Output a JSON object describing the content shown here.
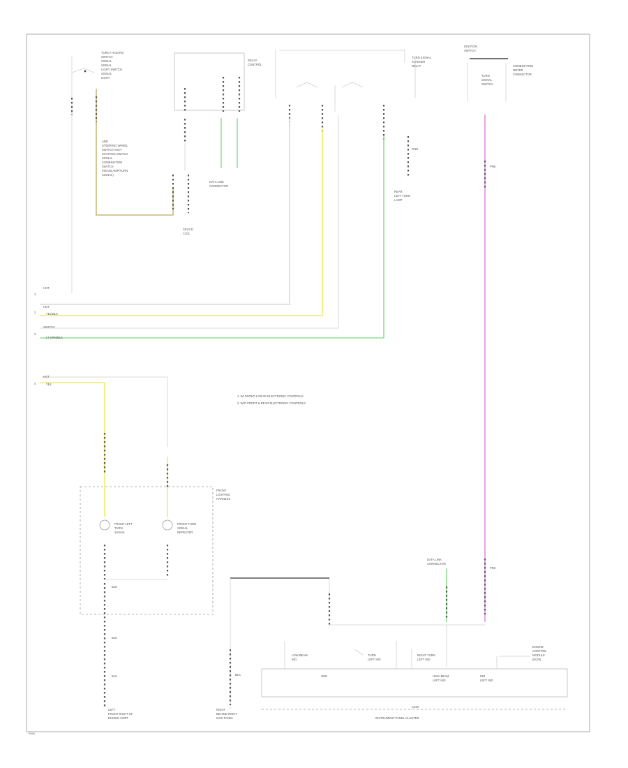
{
  "title": "",
  "labels": {
    "tl_module_1": "TURN / HAZARD",
    "tl_module_2": "SWITCH",
    "tl_module_3": "SIGNAL",
    "tl_module_4": "SIGNAL",
    "tl_module_5": "LIGHT SWITCH",
    "tl_module_6": "SIGNAL",
    "tl_module_7": "LIGHT",
    "note_1": "AND",
    "note_2": "STEERING WHEEL",
    "note_3": "SWITCH ASSY",
    "note_4": "LIGHTING SWITCH",
    "note_5": "SIGNAL",
    "note_6": "COMBINATION",
    "note_7": "SWITCH",
    "note_8": "(HEADLAMP/TURN",
    "note_9": "SIGNAL)",
    "splice_a": "SPLICE",
    "splice_b": "C201",
    "ground_top": "GND",
    "dlc_1": "DATA LINK",
    "dlc_2": "CONNECTOR",
    "relay_1": "RELAY",
    "relay_2": "CONTROL",
    "turn_1": "TURN SIGNAL",
    "turn_2": "FLASHER",
    "turn_3": "RELAY",
    "rear_1": "REAR",
    "rear_2": "LEFT TURN",
    "rear_3": "LAMP",
    "ign_1": "IGNITION",
    "ign_2": "SWITCH",
    "ign_3": "COMBINATION",
    "ign_4": "METER",
    "ign_5": "CONNECTOR",
    "ign_6": "TURN",
    "ign_7": "SIGNAL",
    "ign_8": "SWITCH",
    "pink_tag": "PNK",
    "pink_tag2": "PNK",
    "wire_1_top": "HOT",
    "wire_1": "1",
    "wire_2_top": "HOT",
    "wire_2": "2",
    "wire_2b": "YEL/BLK",
    "wire_3_top": "SWITCH",
    "wire_3": "3",
    "wire_3b": "LT GRN/BLK",
    "legend_1": "1. W/ FRONT & REAR ELECTRONIC CONTROLS",
    "legend_2": "2. W/O FRONT & REAR ELECTRONIC CONTROLS",
    "wire_4_top": "HOT",
    "wire_4": "4",
    "wire_4b": "YEL",
    "front_mod_1": "FRONT",
    "front_mod_2": "LIGHTING",
    "front_mod_3": "HARNESS",
    "lamp_l_1": "FRONT LEFT",
    "lamp_l_2": "TURN",
    "lamp_l_3": "SIGNAL",
    "lamp_r_1": "FRONT TURN",
    "lamp_r_2": "SIGNAL",
    "lamp_r_3": "REPEATER",
    "blk_1": "BLK",
    "blk_2": "BLK",
    "blk_3": "BLK",
    "gnd_l_1": "LEFT",
    "gnd_l_2": "FRONT RIGHT OF",
    "gnd_l_3": "ENGINE CMPT",
    "gnd_m_1": "RIGHT",
    "gnd_m_2": "BEHIND RIGHT",
    "gnd_m_3": "KICK PANEL",
    "blk_4": "BLK",
    "dlc_b_1": "DATA LINK",
    "dlc_b_2": "CONNECTOR",
    "ipc_1": "LOW BEAM",
    "ipc_2": "IND",
    "ipc_3": "TURN",
    "ipc_4": "LEFT IND",
    "ipc_5": "RIGHT TURN",
    "ipc_6": "LEFT IND",
    "ipc_7": "HIGH BEAM",
    "ipc_8": "LEFT IND",
    "ipc_9": "ENGINE",
    "ipc_10": "CONTROL",
    "ipc_11": "MODULE",
    "ipc_12": "(ECM)",
    "ipc_gnd": "GND",
    "ipc_left": "LEFT IND",
    "ipc_tag": "IND",
    "ipc_title": "INSTRUMENT PANEL CLUSTER",
    "ipc_code": "C220",
    "corner": "79494"
  },
  "colors": {
    "yellow": "#f2ec6a",
    "tan": "#c9b77a",
    "green": "#8fe08f",
    "pink": "#e58ae8",
    "white_wire": "#d8d8d8",
    "frame": "#a8a8a8"
  }
}
